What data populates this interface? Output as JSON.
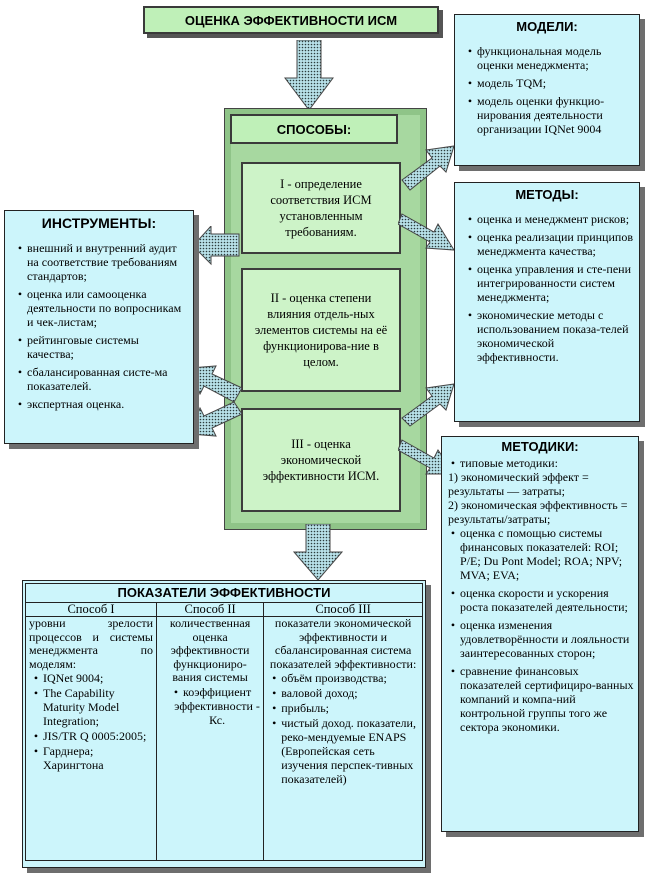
{
  "title": "ОЦЕНКА ЭФФЕКТИВНОСТИ ИСМ",
  "methods_header": "СПОСОБЫ:",
  "stages": [
    "I - определение соответствия ИСМ установленным требованиям.",
    "II - оценка степени влияния отдель-ных элементов системы на её функционирова-ние в целом.",
    "III - оценка экономической эффективности ИСМ."
  ],
  "models": {
    "title": "МОДЕЛИ:",
    "items": [
      "функциональная модель оценки менеджмента;",
      "модель TQM;",
      "модель оценки функцио-нирования деятельности организации IQNet 9004"
    ]
  },
  "methods": {
    "title": "МЕТОДЫ:",
    "items": [
      "оценка и менеджмент рисков;",
      "оценка реализации принципов менеджмента качества;",
      "оценка управления и сте-пени интегрированности систем менеджмента;",
      "экономические методы с использованием показа-телей экономической эффективности."
    ]
  },
  "tools": {
    "title": "ИНСТРУМЕНТЫ:",
    "items": [
      "внешний и внутренний аудит на соответствие требованиям стандартов;",
      "оценка или самооценка деятельности по вопросникам и чек-листам;",
      "рейтинговые системы качества;",
      "сбалансированная систе-ма показателей.",
      "экспертная оценка."
    ]
  },
  "techniques": {
    "title": "МЕТОДИКИ:",
    "intro": "типовые методики:",
    "lines": [
      "1) экономический эффект = результаты — затраты;",
      "2) экономическая эффективность = результаты/затраты;"
    ],
    "items": [
      "оценка с помощью системы финансовых показателей: ROI; P/E; Du Pont Model; ROA; NPV; MVA; EVA;",
      "оценка скорости и ускорения роста показателей деятельности;",
      "оценка изменения удовлетворённости и лояльности заинтересованных сторон;",
      "сравнение финансовых показателей сертифициро-ванных компаний и компа-ний контрольной группы того же сектора экономики."
    ]
  },
  "indicators": {
    "title": "ПОКАЗАТЕЛИ ЭФФЕКТИВНОСТИ",
    "columns": [
      "Способ I",
      "Способ II",
      "Способ  III"
    ],
    "col1_intro": "уровни зрелости процессов и системы менеджмента по моделям:",
    "col1_items": [
      "IQNet 9004;",
      "The Capability Maturity Model Integration;",
      "JIS/TR Q 0005:2005;",
      "Гарднера; Харингтона"
    ],
    "col2_intro": "количественная оценка эффективности функциониро-вания системы",
    "col2_items": [
      "коэффициент эффективности - Кс."
    ],
    "col3_intro": "показатели экономической эффективности и сбалансированная система показателей эффективности:",
    "col3_items": [
      "объём производства;",
      "валовой доход;",
      "прибыль;",
      "чистый доход. показатели, реко-мендуемые ENAPS (Европейская сеть изучения перспек-тивных показателей)"
    ]
  }
}
